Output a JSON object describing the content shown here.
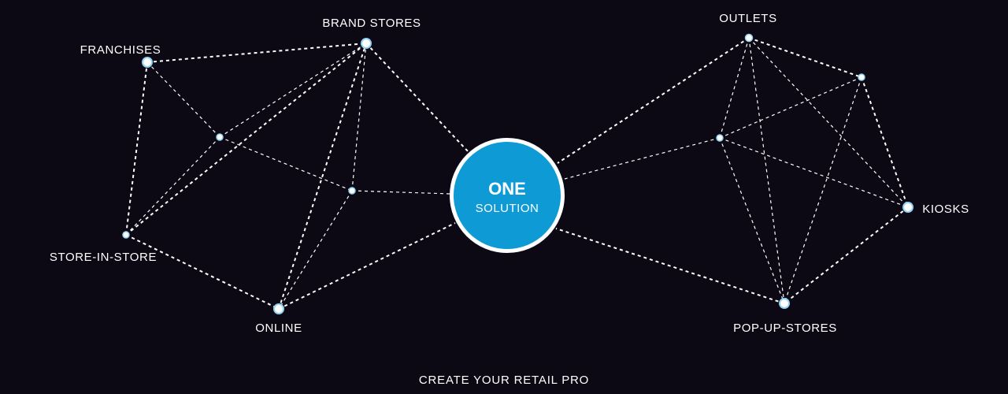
{
  "hub": {
    "title": "ONE",
    "subtitle": "SOLUTION",
    "color": "#0e9ad4"
  },
  "nodes": {
    "brand_stores": "BRAND STORES",
    "franchises": "FRANCHISES",
    "store_in_store": "STORE-IN-STORE",
    "online": "ONLINE",
    "outlets": "OUTLETS",
    "kiosks": "KIOSKS",
    "pop_up_stores": "POP-UP-STORES"
  },
  "footer": {
    "tagline": "CREATE YOUR RETAIL PRO"
  },
  "colors": {
    "background": "#0c0915",
    "line": "#ffffff",
    "node_stroke": "#8fd3f0"
  }
}
